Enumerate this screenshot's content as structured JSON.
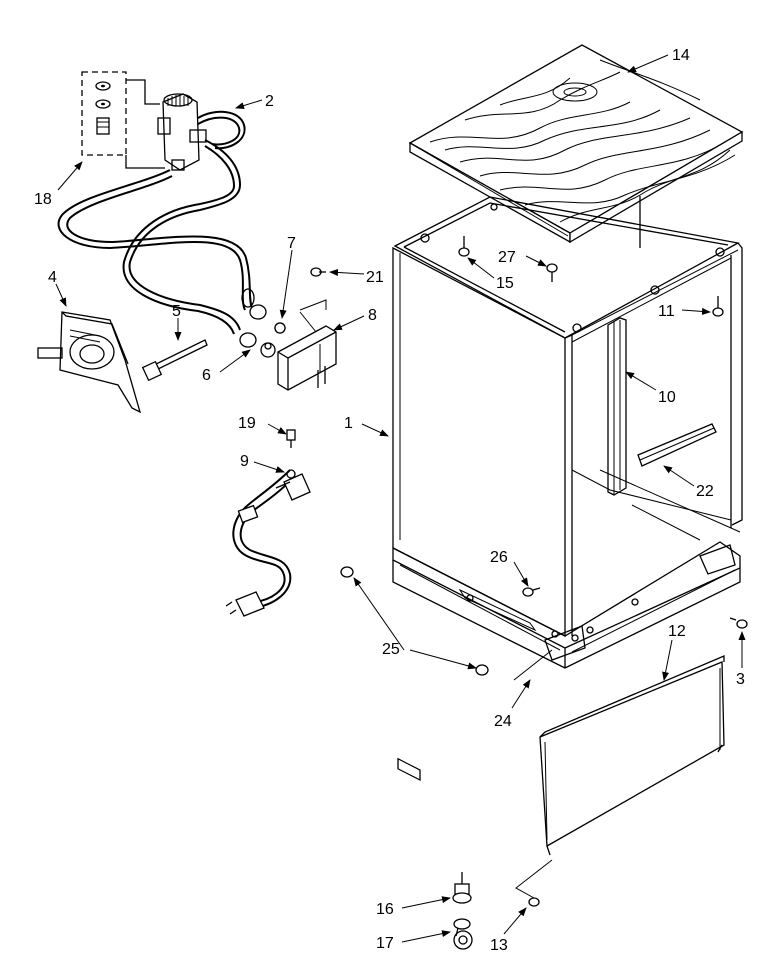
{
  "callouts": [
    {
      "id": "c1",
      "text": "1"
    },
    {
      "id": "c2",
      "text": "2"
    },
    {
      "id": "c3",
      "text": "3"
    },
    {
      "id": "c4",
      "text": "4"
    },
    {
      "id": "c5",
      "text": "5"
    },
    {
      "id": "c6",
      "text": "6"
    },
    {
      "id": "c7",
      "text": "7"
    },
    {
      "id": "c8",
      "text": "8"
    },
    {
      "id": "c9",
      "text": "9"
    },
    {
      "id": "c10",
      "text": "10"
    },
    {
      "id": "c11",
      "text": "11"
    },
    {
      "id": "c12",
      "text": "12"
    },
    {
      "id": "c13",
      "text": "13"
    },
    {
      "id": "c14",
      "text": "14"
    },
    {
      "id": "c15",
      "text": "15"
    },
    {
      "id": "c16",
      "text": "16"
    },
    {
      "id": "c17",
      "text": "17"
    },
    {
      "id": "c18",
      "text": "18"
    },
    {
      "id": "c19",
      "text": "19"
    },
    {
      "id": "c21",
      "text": "21"
    },
    {
      "id": "c22",
      "text": "22"
    },
    {
      "id": "c24",
      "text": "24"
    },
    {
      "id": "c25",
      "text": "25"
    },
    {
      "id": "c26",
      "text": "26"
    },
    {
      "id": "c27",
      "text": "27"
    }
  ]
}
